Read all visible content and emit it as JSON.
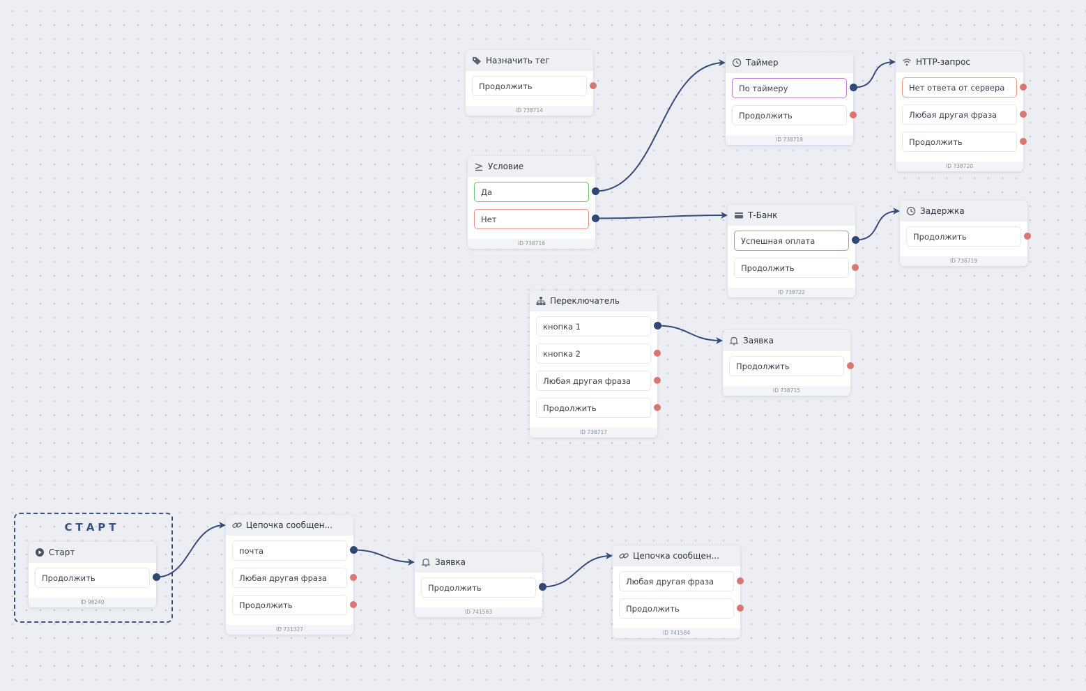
{
  "start": {
    "frame_label": "СТАРТ"
  },
  "nodes": [
    {
      "id": "n_tag",
      "title": "Назначить тег",
      "icon": "tag-icon",
      "footer": "ID 738714",
      "ports": [
        {
          "label": "Продолжить",
          "style": "",
          "connected": false
        }
      ]
    },
    {
      "id": "n_cond",
      "title": "Условие",
      "icon": "condition-icon",
      "footer": "ID 738716",
      "ports": [
        {
          "label": "Да",
          "style": "green",
          "connected": true
        },
        {
          "label": "Нет",
          "style": "red",
          "connected": true
        }
      ]
    },
    {
      "id": "n_timer",
      "title": "Таймер",
      "icon": "clock-icon",
      "footer": "ID 738718",
      "ports": [
        {
          "label": "По таймеру",
          "style": "purple",
          "connected": true
        },
        {
          "label": "Продолжить",
          "style": "",
          "connected": false
        }
      ]
    },
    {
      "id": "n_http",
      "title": "HTTP-запрос",
      "icon": "wifi-icon",
      "footer": "ID 738720",
      "ports": [
        {
          "label": "Нет ответа от сервера",
          "style": "orange",
          "connected": false
        },
        {
          "label": "Любая другая фраза",
          "style": "",
          "connected": false
        },
        {
          "label": "Продолжить",
          "style": "",
          "connected": false
        }
      ]
    },
    {
      "id": "n_tbank",
      "title": "Т-Банк",
      "icon": "card-icon",
      "footer": "ID 738722",
      "ports": [
        {
          "label": "Успешная оплата",
          "style": "green",
          "connected": true
        },
        {
          "label": "Продолжить",
          "style": "",
          "connected": false
        }
      ]
    },
    {
      "id": "n_delay",
      "title": "Задержка",
      "icon": "clock-icon",
      "footer": "ID 738719",
      "ports": [
        {
          "label": "Продолжить",
          "style": "",
          "connected": false
        }
      ]
    },
    {
      "id": "n_switch",
      "title": "Переключатель",
      "icon": "hierarchy-icon",
      "footer": "ID 738717",
      "ports": [
        {
          "label": "кнопка 1",
          "style": "",
          "connected": true
        },
        {
          "label": "кнопка 2",
          "style": "",
          "connected": false
        },
        {
          "label": "Любая другая фраза",
          "style": "",
          "connected": false
        },
        {
          "label": "Продолжить",
          "style": "",
          "connected": false
        }
      ]
    },
    {
      "id": "n_req1",
      "title": "Заявка",
      "icon": "bell-icon",
      "footer": "ID 738715",
      "ports": [
        {
          "label": "Продолжить",
          "style": "",
          "connected": false
        }
      ]
    },
    {
      "id": "n_start",
      "title": "Старт",
      "icon": "play-icon",
      "footer": "ID 98240",
      "ports": [
        {
          "label": "Продолжить",
          "style": "",
          "connected": true
        }
      ]
    },
    {
      "id": "n_chain1",
      "title": "Цепочка сообщен...",
      "icon": "link-icon",
      "footer": "ID 731327",
      "ports": [
        {
          "label": "почта",
          "style": "",
          "connected": true
        },
        {
          "label": "Любая другая фраза",
          "style": "",
          "connected": false
        },
        {
          "label": "Продолжить",
          "style": "",
          "connected": false
        }
      ]
    },
    {
      "id": "n_req2",
      "title": "Заявка",
      "icon": "bell-icon",
      "footer": "ID 741583",
      "ports": [
        {
          "label": "Продолжить",
          "style": "",
          "connected": true
        }
      ]
    },
    {
      "id": "n_chain2",
      "title": "Цепочка сообщен...",
      "icon": "link-icon",
      "footer": "ID 741584",
      "ports": [
        {
          "label": "Любая другая фраза",
          "style": "",
          "connected": false
        },
        {
          "label": "Продолжить",
          "style": "",
          "connected": false
        }
      ]
    }
  ],
  "edges": [
    {
      "from": "n_cond",
      "port": 0,
      "to": "n_timer"
    },
    {
      "from": "n_cond",
      "port": 1,
      "to": "n_tbank"
    },
    {
      "from": "n_timer",
      "port": 0,
      "to": "n_http"
    },
    {
      "from": "n_tbank",
      "port": 0,
      "to": "n_delay"
    },
    {
      "from": "n_switch",
      "port": 0,
      "to": "n_req1"
    },
    {
      "from": "n_start",
      "port": 0,
      "to": "n_chain1"
    },
    {
      "from": "n_chain1",
      "port": 0,
      "to": "n_req2"
    },
    {
      "from": "n_req2",
      "port": 0,
      "to": "n_chain2"
    }
  ]
}
